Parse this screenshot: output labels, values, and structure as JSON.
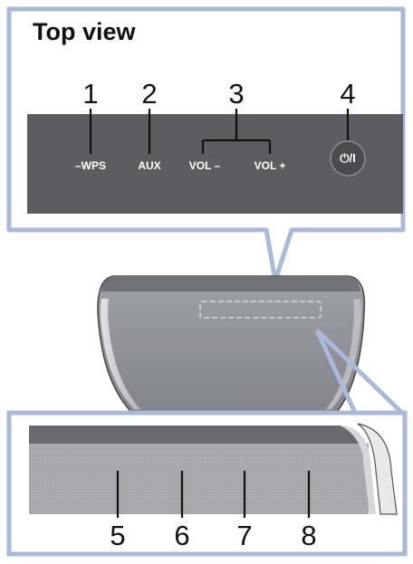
{
  "top_panel": {
    "title": "Top view",
    "buttons": [
      {
        "number": "1",
        "label": "–WPS"
      },
      {
        "number": "2",
        "label": "AUX"
      },
      {
        "number": "3",
        "label_left": "VOL –",
        "label_right": "VOL +"
      },
      {
        "number": "4",
        "label": "⏻/I",
        "icon": "power-icon"
      }
    ]
  },
  "front_panel": {
    "indicators": [
      {
        "number": "5"
      },
      {
        "number": "6"
      },
      {
        "number": "7"
      },
      {
        "number": "8"
      }
    ]
  },
  "colors": {
    "callout_border": "#a9b9dc",
    "panel_dark": "#5b5d61",
    "speaker_body": "#8f9398",
    "speaker_top": "#6f7276",
    "front_panel_bg": "#a7a9ac"
  }
}
